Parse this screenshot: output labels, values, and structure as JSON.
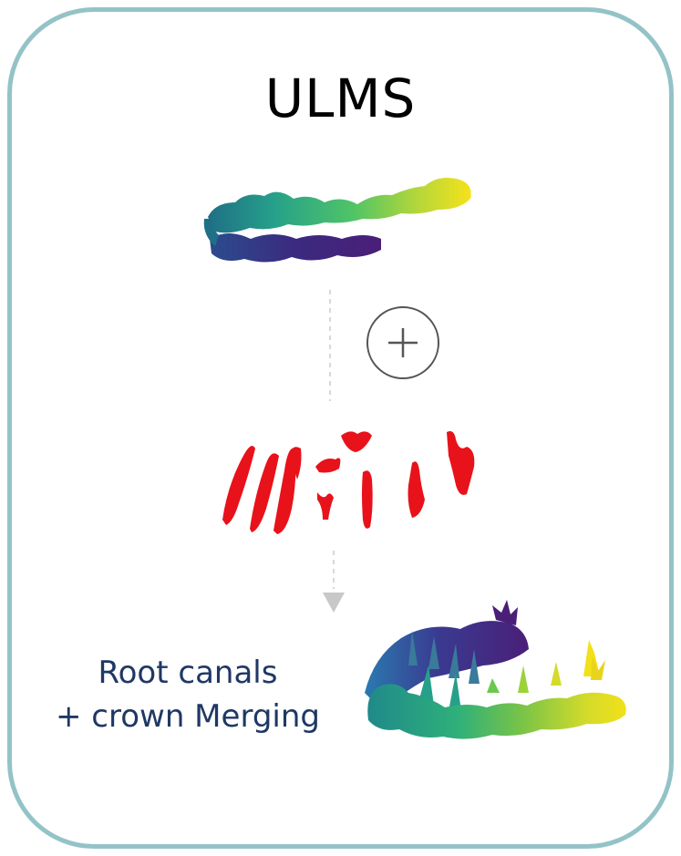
{
  "title": "ULMS",
  "caption": {
    "line1": "Root canals",
    "line2": "+ crown Merging"
  },
  "icons": {
    "plus": "circled-plus-icon",
    "arrow": "down-arrow-icon"
  },
  "colors": {
    "border": "#93c3c7",
    "caption_text": "#1f3864",
    "root_canal": "#e8121a",
    "connector": "#c8c8c8",
    "gradient": [
      "#3b1f6e",
      "#4b2a8a",
      "#2a6a8a",
      "#1e9a8a",
      "#2db87a",
      "#6ac94c",
      "#b8d63a",
      "#f2e21a"
    ]
  }
}
